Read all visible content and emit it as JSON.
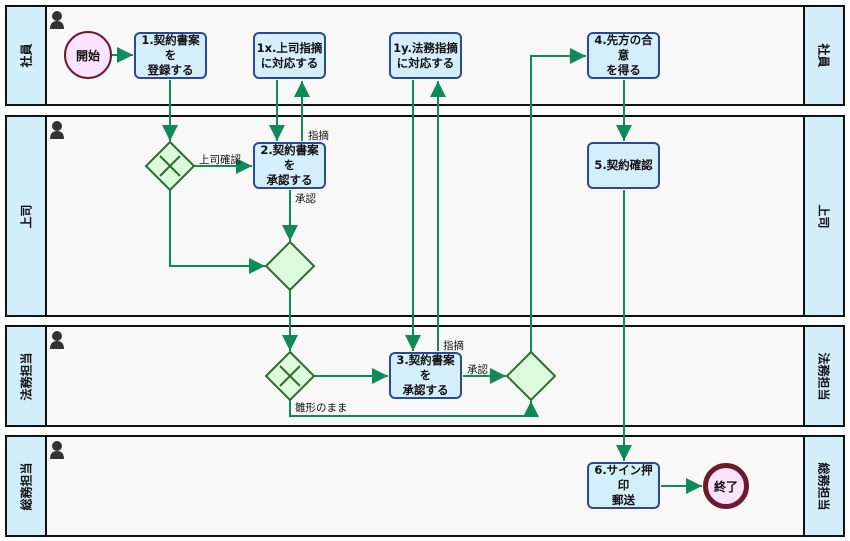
{
  "diagram": {
    "type": "BPMN swimlane process",
    "colors": {
      "flow": "#118a5a",
      "task_fill": "#d4eefb",
      "task_border": "#2b4a96",
      "gateway_fill": "#dcfbdc",
      "gateway_border": "#2e6b2e",
      "event_fill": "#fbe3fb",
      "event_border": "#6d1a2f",
      "lane_label_fill": "#d2eefb",
      "lane_fill": "#f8f8f8"
    },
    "lanes": [
      {
        "id": "employee",
        "label": "社員"
      },
      {
        "id": "manager",
        "label": "上司"
      },
      {
        "id": "legal",
        "label": "法務担当"
      },
      {
        "id": "general_affairs",
        "label": "総務担当"
      }
    ],
    "events": {
      "start": {
        "label": "開始",
        "lane": "employee"
      },
      "end": {
        "label": "終了",
        "lane": "general_affairs"
      }
    },
    "tasks": [
      {
        "id": "t1",
        "label": "1.契約書案を登録する",
        "line1": "1.契約書案を",
        "line2": "登録する",
        "lane": "employee"
      },
      {
        "id": "t1x",
        "label": "1x.上司指摘に対応する",
        "line1": "1x.上司指摘",
        "line2": "に対応する",
        "lane": "employee"
      },
      {
        "id": "t1y",
        "label": "1y.法務指摘に対応する",
        "line1": "1y.法務指摘",
        "line2": "に対応する",
        "lane": "employee"
      },
      {
        "id": "t4",
        "label": "4.先方の合意を得る",
        "line1": "4.先方の合意",
        "line2": "を得る",
        "lane": "employee"
      },
      {
        "id": "t2",
        "label": "2.契約書案を承認する",
        "line1": "2.契約書案を",
        "line2": "承認する",
        "lane": "manager"
      },
      {
        "id": "t5",
        "label": "5.契約確認",
        "line1": "5.契約確認",
        "line2": "",
        "lane": "manager"
      },
      {
        "id": "t3",
        "label": "3.契約書案を承認する",
        "line1": "3.契約書案を",
        "line2": "承認する",
        "lane": "legal"
      },
      {
        "id": "t6",
        "label": "6.サイン押印郵送",
        "line1": "6.サイン押印",
        "line2": "郵送",
        "lane": "general_affairs"
      }
    ],
    "gateways": [
      {
        "id": "g1",
        "type": "exclusive",
        "lane": "manager"
      },
      {
        "id": "g2",
        "type": "merge",
        "lane": "manager"
      },
      {
        "id": "g3",
        "type": "exclusive",
        "lane": "legal"
      },
      {
        "id": "g4",
        "type": "merge",
        "lane": "legal"
      }
    ],
    "flow_labels": {
      "manager_check": "上司確認",
      "manager_point_out": "指摘",
      "manager_approve": "承認",
      "legal_point_out": "指摘",
      "legal_approve": "承認",
      "template_as_is": "雛形のまま"
    },
    "flows": [
      {
        "from": "start",
        "to": "t1"
      },
      {
        "from": "t1",
        "to": "g1"
      },
      {
        "from": "g1",
        "to": "t2",
        "label": "上司確認"
      },
      {
        "from": "g1",
        "to": "g2"
      },
      {
        "from": "t1x",
        "to": "t2"
      },
      {
        "from": "t2",
        "to": "t1x",
        "label": "指摘"
      },
      {
        "from": "t2",
        "to": "g2",
        "label": "承認"
      },
      {
        "from": "g2",
        "to": "g3"
      },
      {
        "from": "g3",
        "to": "t3"
      },
      {
        "from": "g3",
        "to": "g4",
        "label": "雛形のまま"
      },
      {
        "from": "t1y",
        "to": "t3"
      },
      {
        "from": "t3",
        "to": "t1y",
        "label": "指摘"
      },
      {
        "from": "t3",
        "to": "g4",
        "label": "承認"
      },
      {
        "from": "g4",
        "to": "t4"
      },
      {
        "from": "t4",
        "to": "t5"
      },
      {
        "from": "t5",
        "to": "t6"
      },
      {
        "from": "t6",
        "to": "end"
      }
    ]
  }
}
